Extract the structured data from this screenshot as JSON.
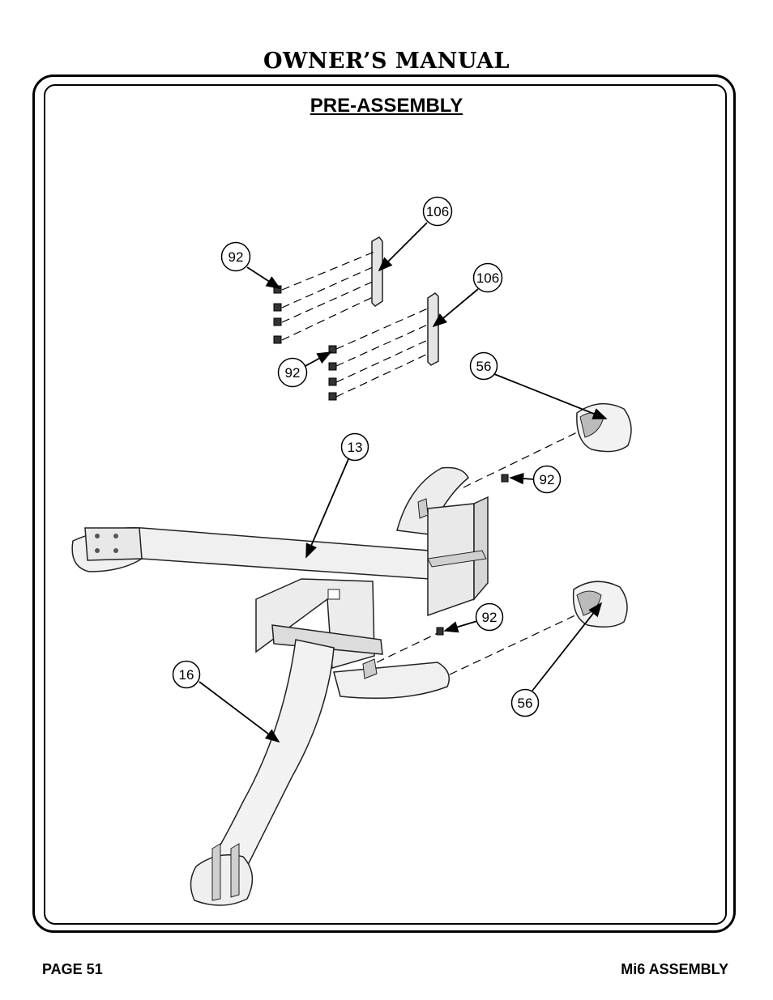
{
  "header": {
    "title": "OWNER’S MANUAL"
  },
  "section": {
    "title": "PRE-ASSEMBLY"
  },
  "callouts": [
    {
      "label": "106"
    },
    {
      "label": "92"
    },
    {
      "label": "106"
    },
    {
      "label": "92"
    },
    {
      "label": "56"
    },
    {
      "label": "13"
    },
    {
      "label": "92"
    },
    {
      "label": "92"
    },
    {
      "label": "16"
    },
    {
      "label": "56"
    }
  ],
  "footer": {
    "page": "PAGE 51",
    "doc": "Mi6 ASSEMBLY"
  }
}
